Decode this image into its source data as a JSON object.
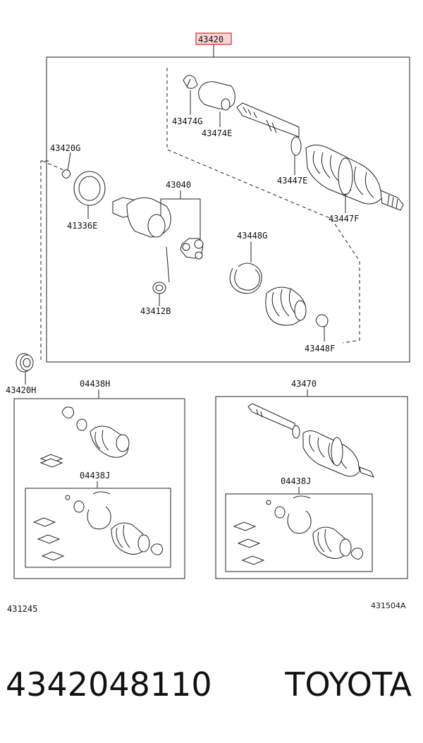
{
  "header_part": "43420",
  "labels": {
    "p43474G": "43474G",
    "p43474E": "43474E",
    "p43447E": "43447E",
    "p43447F": "43447F",
    "p43420G": "43420G",
    "p43040": "43040",
    "p41336E": "41336E",
    "p43448G": "43448G",
    "p43412B": "43412B",
    "p43448F": "43448F",
    "p43420H": "43420H",
    "p04438H": "04438H",
    "p04438J_left": "04438J",
    "p43470": "43470",
    "p04438J_right": "04438J"
  },
  "codes": {
    "left": "431245",
    "right": "431504A"
  },
  "footer": {
    "part_number": "4342048110",
    "brand": "TOYOTA"
  },
  "colors": {
    "highlight_border": "#e05050",
    "highlight_fill": "#f6d6d6",
    "line": "#222222"
  }
}
